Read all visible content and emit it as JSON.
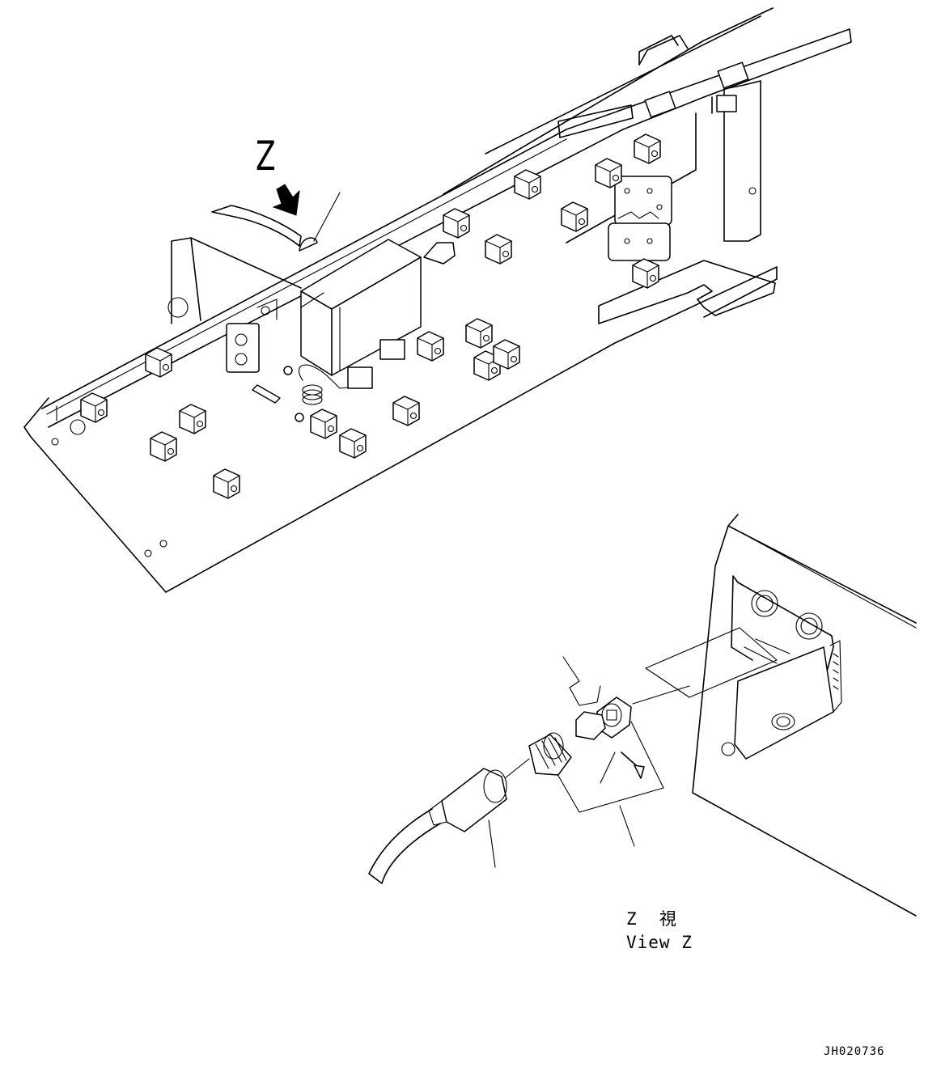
{
  "labels": {
    "view_letter": "Z",
    "view_caption_jp": "Z  視",
    "view_caption_en": "View Z",
    "drawing_code": "JH020736"
  },
  "colors": {
    "line": "#000000",
    "background": "#ffffff",
    "arrow": "#000000"
  }
}
